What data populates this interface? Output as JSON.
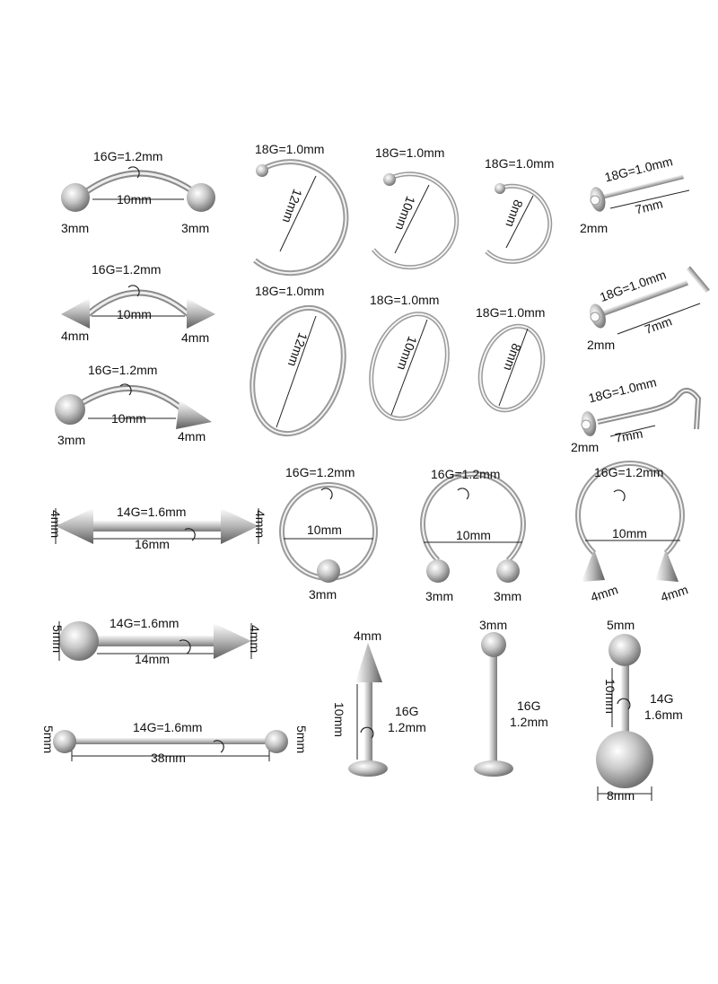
{
  "items": {
    "curved_ball": {
      "gauge": "16G=1.2mm",
      "length": "10mm",
      "left": "3mm",
      "right": "3mm"
    },
    "curved_spike": {
      "gauge": "16G=1.2mm",
      "length": "10mm",
      "left": "4mm",
      "right": "4mm"
    },
    "curved_mixed": {
      "gauge": "16G=1.2mm",
      "length": "10mm",
      "left": "3mm",
      "right": "4mm"
    },
    "open_ring_12": {
      "gauge": "18G=1.0mm",
      "dia": "12mm"
    },
    "open_ring_10": {
      "gauge": "18G=1.0mm",
      "dia": "10mm"
    },
    "open_ring_8": {
      "gauge": "18G=1.0mm",
      "dia": "8mm"
    },
    "seam_ring_12": {
      "gauge": "18G=1.0mm",
      "dia": "12mm"
    },
    "seam_ring_10": {
      "gauge": "18G=1.0mm",
      "dia": "10mm"
    },
    "seam_ring_8": {
      "gauge": "18G=1.0mm",
      "dia": "8mm"
    },
    "nose_stud": {
      "gauge": "18G=1.0mm",
      "length": "7mm",
      "gem": "2mm"
    },
    "nose_l": {
      "gauge": "18G=1.0mm",
      "length": "7mm",
      "gem": "2mm"
    },
    "nose_screw": {
      "gauge": "18G=1.0mm",
      "length": "7mm",
      "gem": "2mm"
    },
    "spike_barbell": {
      "gauge": "14G=1.6mm",
      "length": "16mm",
      "left": "4mm",
      "right": "4mm"
    },
    "captive_ring": {
      "gauge": "16G=1.2mm",
      "dia": "10mm",
      "ball": "3mm"
    },
    "horseshoe_ball": {
      "gauge": "16G=1.2mm",
      "dia": "10mm",
      "left": "3mm",
      "right": "3mm"
    },
    "horseshoe_spike": {
      "gauge": "16G=1.2mm",
      "dia": "10mm",
      "left": "4mm",
      "right": "4mm"
    },
    "ball_spike_barbell": {
      "gauge": "14G=1.6mm",
      "length": "14mm",
      "left": "5mm",
      "right": "4mm"
    },
    "industrial": {
      "gauge": "14G=1.6mm",
      "length": "38mm",
      "left": "5mm",
      "right": "5mm"
    },
    "labret_spike": {
      "top": "4mm",
      "gauge_a": "16G",
      "gauge_b": "1.2mm",
      "length": "10mm"
    },
    "labret_ball": {
      "top": "3mm",
      "gauge_a": "16G",
      "gauge_b": "1.2mm"
    },
    "belly": {
      "top": "5mm",
      "length": "10mm",
      "gauge_a": "14G",
      "gauge_b": "1.6mm",
      "bottom": "8mm"
    }
  },
  "colors": {
    "metal_light": "#f4f4f4",
    "metal_mid": "#b9b9b9",
    "metal_dark": "#6e6e6e",
    "line": "#222222"
  }
}
